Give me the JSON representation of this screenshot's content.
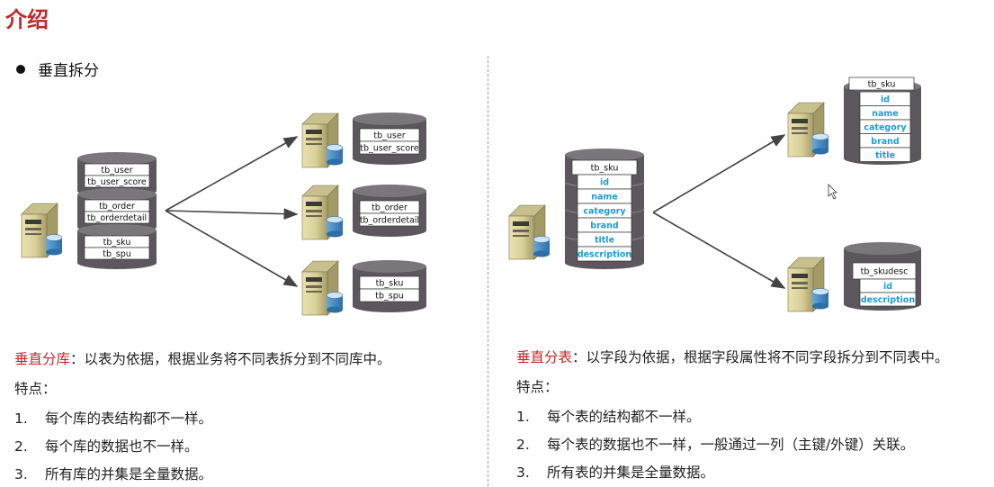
{
  "page": {
    "title": "介绍",
    "bullet": "垂直拆分"
  },
  "left": {
    "source_db": [
      [
        "tb_user",
        "tb_user_score"
      ],
      [
        "tb_order",
        "tb_orderdetail"
      ],
      [
        "tb_sku",
        "tb_spu"
      ]
    ],
    "target_dbs": [
      [
        "tb_user",
        "tb_user_score"
      ],
      [
        "tb_order",
        "tb_orderdetail"
      ],
      [
        "tb_sku",
        "tb_spu"
      ]
    ],
    "heading": "垂直分库",
    "description": "：以表为依据，根据业务将不同表拆分到不同库中。",
    "features_label": "特点：",
    "features": [
      {
        "num": "1.",
        "text": "每个库的表结构都不一样。"
      },
      {
        "num": "2.",
        "text": "每个库的数据也不一样。"
      },
      {
        "num": "3.",
        "text": "所有库的并集是全量数据。"
      }
    ]
  },
  "right": {
    "source_table": {
      "name": "tb_sku",
      "fields": [
        "id",
        "name",
        "category",
        "brand",
        "title",
        "description"
      ]
    },
    "target_tables": [
      {
        "name": "tb_sku",
        "fields": [
          "id",
          "name",
          "category",
          "brand",
          "title"
        ]
      },
      {
        "name": "tb_skudesc",
        "fields": [
          "id",
          "description"
        ]
      }
    ],
    "heading": "垂直分表",
    "description": "：以字段为依据，根据字段属性将不同字段拆分到不同表中。",
    "features_label": "特点：",
    "features": [
      {
        "num": "1.",
        "text": "每个表的结构都不一样。"
      },
      {
        "num": "2.",
        "text": "每个表的数据也不一样，一般通过一列（主键/外键）关联。"
      },
      {
        "num": "3.",
        "text": "所有表的并集是全量数据。"
      }
    ]
  },
  "colors": {
    "accent_red": "#c0282a",
    "field_blue": "#1e9ad6",
    "cylinder": "#5b575d"
  }
}
